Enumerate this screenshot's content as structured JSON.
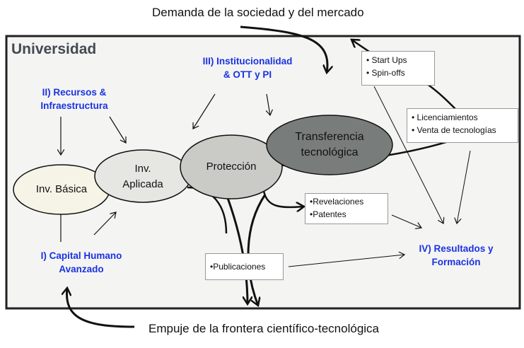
{
  "top_caption": "Demanda de la sociedad y del mercado",
  "bottom_caption": "Empuje de la frontera científico-tecnológica",
  "frame_title": "Universidad",
  "drivers": {
    "i": [
      "I) Capital Humano",
      "Avanzado"
    ],
    "ii": [
      "II) Recursos &",
      "Infraestructura"
    ],
    "iii": [
      "III) Institucionalidad",
      "& OTT y PI"
    ],
    "iv": [
      "IV) Resultados y",
      "Formación"
    ]
  },
  "stages": {
    "basica": "Inv. Básica",
    "aplicada": [
      "Inv.",
      "Aplicada"
    ],
    "proteccion": "Protección",
    "transferencia": [
      "Transferencia",
      "tecnológica"
    ]
  },
  "boxes": {
    "startups": [
      "• Start Ups",
      "• Spin-offs"
    ],
    "licencias": [
      "• Licenciamientos",
      "• Venta de tecnologías"
    ],
    "revelaciones": [
      "•Revelaciones",
      "•Patentes"
    ],
    "publicaciones": [
      "•Publicaciones"
    ]
  },
  "colors": {
    "accent": "#1a33e0",
    "frame_bg": "#f4f4f3"
  }
}
